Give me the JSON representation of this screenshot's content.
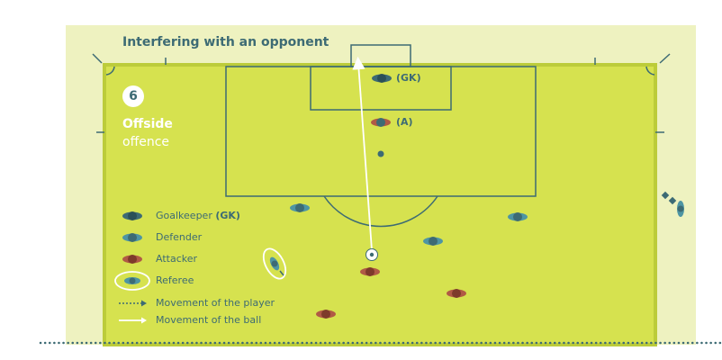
{
  "title": "Interfering with an opponent",
  "badge_number": "6",
  "caption": {
    "line1": "Offside",
    "line2": "offence"
  },
  "labels": {
    "goalkeeper_tag": "(GK)",
    "attacker_tag": "(A)"
  },
  "legend": {
    "goalkeeper": {
      "text": "Goalkeeper ",
      "tag": "(GK)"
    },
    "defender": "Defender",
    "attacker": "Attacker",
    "referee": "Referee",
    "player_movement": "Movement of the player",
    "ball_movement": "Movement of the ball"
  },
  "colors": {
    "pitch": "#d6e24f",
    "outer_band": "#eef2c0",
    "pitch_border": "#bccc3a",
    "lines": "#3d6b74",
    "goalkeeper": "#3d6b74",
    "defender": "#4e95a3",
    "attacker": "#b05a45",
    "ball": "#ffffff",
    "text": "#3d6b74"
  }
}
